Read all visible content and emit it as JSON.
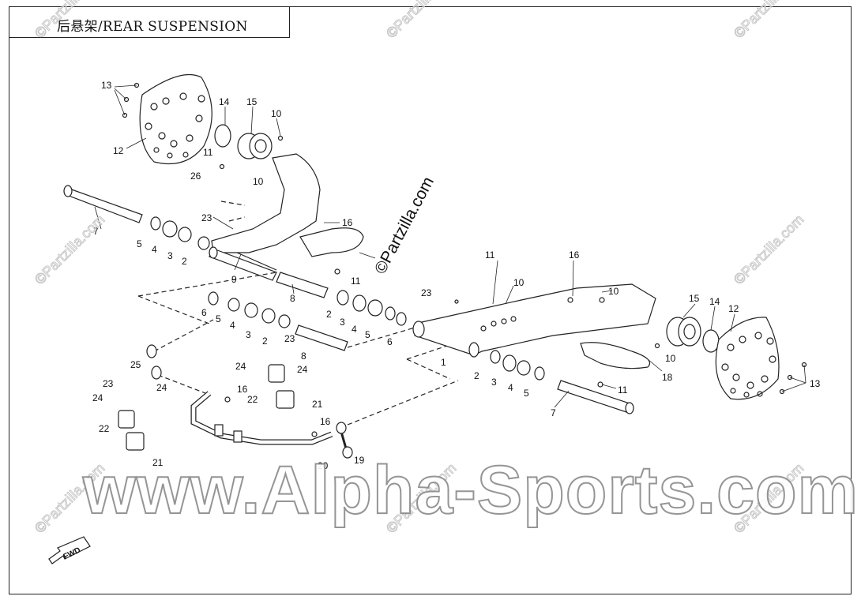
{
  "title": "后悬架/REAR SUSPENSION",
  "watermark_main": "www.Alpha-Sports.com",
  "watermark_partzilla": "©Partzilla.com",
  "fwd_label": "FWD",
  "callouts": {
    "c13a": "13",
    "c12a": "12",
    "c14a": "14",
    "c15a": "15",
    "c10a": "10",
    "c11a": "11",
    "c26": "26",
    "c10b": "10",
    "c7a": "7",
    "c23a": "23",
    "c16a": "16",
    "c5a": "5",
    "c4a": "4",
    "c3a": "3",
    "c2a": "2",
    "c9": "9",
    "c11b": "11",
    "c8a": "8",
    "c2b": "2",
    "c3b": "3",
    "c4b": "4",
    "c5b": "5",
    "c6a": "6",
    "c11c": "11",
    "c10c": "10",
    "c16b": "16",
    "c23b": "23",
    "c10d": "10",
    "c15b": "15",
    "c14b": "14",
    "c12b": "12",
    "c1": "1",
    "c10e": "10",
    "c6b": "6",
    "c5c": "5",
    "c4c": "4",
    "c3c": "3",
    "c2c": "2",
    "c23c": "23",
    "c8b": "8",
    "c24a": "24",
    "c24b": "24",
    "c25": "25",
    "c24c": "24",
    "c23d": "23",
    "c24d": "24",
    "c22a": "22",
    "c22b": "22",
    "c16c": "16",
    "c21a": "21",
    "c21b": "21",
    "c16d": "16",
    "c20": "20",
    "c19": "19",
    "c18": "18",
    "c13b": "13",
    "c2d": "2",
    "c3d": "3",
    "c4d": "4",
    "c5d": "5",
    "c7b": "7",
    "c11d": "11"
  }
}
